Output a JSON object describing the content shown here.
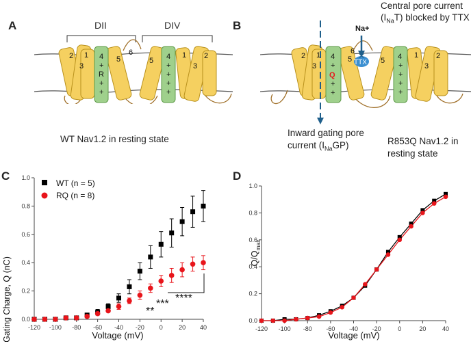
{
  "panels": {
    "a": {
      "label": "A",
      "domain_labels": [
        "DII",
        "DIV"
      ],
      "segments_left": [
        "2",
        "1",
        "3",
        "4",
        "5",
        "6"
      ],
      "segments_right": [
        "5",
        "4",
        "1",
        "2",
        "3"
      ],
      "s4_residue": "R",
      "caption": "WT Nav1.2 in resting state"
    },
    "b": {
      "label": "B",
      "ion": "Na+",
      "toxin": "TTX",
      "mutant_residue": "Q",
      "segments_left": [
        "2",
        "1",
        "3",
        "4",
        "5",
        "6"
      ],
      "segments_right": [
        "5",
        "4",
        "1",
        "2",
        "3"
      ],
      "central_pore_line1": "Central pore current",
      "central_pore_line2_pre": "(I",
      "central_pore_line2_sub": "Na",
      "central_pore_line2_post": "T) blocked by TTX",
      "gating_pore_line1": "Inward gating pore",
      "gating_pore_line2_pre": "current (I",
      "gating_pore_line2_sub": "Na",
      "gating_pore_line2_post": "GP)",
      "mutant_line1": "R853Q Nav1.2 in",
      "mutant_line2": "resting state"
    },
    "c": {
      "label": "C",
      "legend_wt": "WT (n = 5)",
      "legend_rq": "RQ (n = 8)",
      "ylabel": "Gating Charge, Q  (nC)",
      "xlabel": "Voltage (mV)",
      "sig_1": "**",
      "sig_2": "***",
      "sig_3": "****"
    },
    "d": {
      "label": "D",
      "ylabel_main": "Q/Q",
      "ylabel_sub": "max",
      "xlabel": "Voltage (mV)"
    }
  },
  "colors": {
    "helix_yellow": "#f5d060",
    "helix_edge": "#b8901c",
    "s4_green": "#9fd08c",
    "wt": "#000000",
    "rq": "#e8151b",
    "arrow_blue": "#1f5f8b"
  },
  "chart_data": [
    {
      "type": "scatter",
      "title": "",
      "xlabel": "Voltage (mV)",
      "ylabel": "Gating Charge, Q  (nC)",
      "xlim": [
        -120,
        40
      ],
      "ylim": [
        0,
        1.0
      ],
      "xticks": [
        -120,
        -100,
        -80,
        -60,
        -40,
        -20,
        0,
        20,
        40
      ],
      "yticks": [
        0,
        0.2,
        0.4,
        0.6,
        0.8,
        1.0
      ],
      "x": [
        -120,
        -110,
        -100,
        -90,
        -80,
        -70,
        -60,
        -50,
        -40,
        -30,
        -20,
        -10,
        0,
        10,
        20,
        30,
        40
      ],
      "series": [
        {
          "name": "WT (n = 5)",
          "color": "#000000",
          "values": [
            0.0,
            0.0,
            0.0,
            0.01,
            0.01,
            0.03,
            0.05,
            0.09,
            0.15,
            0.23,
            0.34,
            0.44,
            0.53,
            0.61,
            0.69,
            0.76,
            0.8
          ],
          "errors": [
            0.0,
            0.0,
            0.0,
            0.0,
            0.01,
            0.01,
            0.02,
            0.02,
            0.03,
            0.05,
            0.06,
            0.08,
            0.09,
            0.1,
            0.1,
            0.11,
            0.11
          ]
        },
        {
          "name": "RQ (n = 8)",
          "color": "#e8151b",
          "values": [
            0.0,
            0.0,
            0.0,
            0.01,
            0.01,
            0.02,
            0.04,
            0.06,
            0.09,
            0.13,
            0.17,
            0.22,
            0.27,
            0.31,
            0.35,
            0.39,
            0.4
          ],
          "errors": [
            0.0,
            0.0,
            0.0,
            0.0,
            0.01,
            0.01,
            0.01,
            0.01,
            0.02,
            0.02,
            0.03,
            0.03,
            0.04,
            0.05,
            0.05,
            0.05,
            0.05
          ]
        }
      ],
      "annotations": [
        "**",
        "***",
        "****"
      ]
    },
    {
      "type": "line",
      "title": "",
      "xlabel": "Voltage (mV)",
      "ylabel": "Q/Qmax",
      "xlim": [
        -120,
        40
      ],
      "ylim": [
        0,
        1.0
      ],
      "xticks": [
        -120,
        -100,
        -80,
        -60,
        -40,
        -20,
        0,
        20,
        40
      ],
      "yticks": [
        0,
        0.2,
        0.4,
        0.6,
        0.8,
        1.0
      ],
      "x": [
        -120,
        -110,
        -100,
        -90,
        -80,
        -70,
        -60,
        -50,
        -40,
        -30,
        -20,
        -10,
        0,
        10,
        20,
        30,
        40
      ],
      "series": [
        {
          "name": "",
          "color": "#000000",
          "values": [
            0.0,
            0.0,
            0.01,
            0.01,
            0.02,
            0.04,
            0.07,
            0.11,
            0.17,
            0.26,
            0.38,
            0.51,
            0.62,
            0.72,
            0.82,
            0.89,
            0.94
          ]
        },
        {
          "name": "",
          "color": "#e8151b",
          "values": [
            0.0,
            0.0,
            0.0,
            0.01,
            0.02,
            0.03,
            0.06,
            0.1,
            0.17,
            0.27,
            0.38,
            0.49,
            0.6,
            0.7,
            0.8,
            0.87,
            0.92
          ]
        }
      ]
    }
  ]
}
